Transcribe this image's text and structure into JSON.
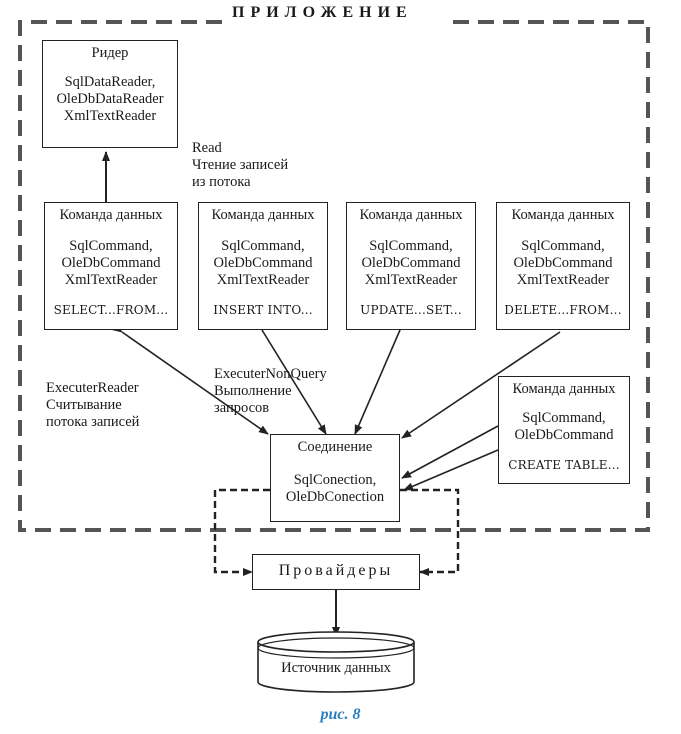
{
  "app": {
    "title": "ПРИЛОЖЕНИЕ"
  },
  "reader": {
    "title": "Ридер",
    "lines": [
      "SqlDataReader,",
      "OleDbDataReader",
      "XmlTextReader"
    ]
  },
  "read_note": [
    "Read",
    "Чтение записей",
    "из потока"
  ],
  "commands": [
    {
      "title": "Команда данных",
      "lines": [
        "SqlCommand,",
        "OleDbCommand",
        "XmlTextReader"
      ],
      "sql": "SELECT...FROM..."
    },
    {
      "title": "Команда данных",
      "lines": [
        "SqlCommand,",
        "OleDbCommand",
        "XmlTextReader"
      ],
      "sql": "INSERT INTO..."
    },
    {
      "title": "Команда данных",
      "lines": [
        "SqlCommand,",
        "OleDbCommand",
        "XmlTextReader"
      ],
      "sql": "UPDATE...SET..."
    },
    {
      "title": "Команда данных",
      "lines": [
        "SqlCommand,",
        "OleDbCommand",
        "XmlTextReader"
      ],
      "sql": "DELETE...FROM..."
    }
  ],
  "create_command": {
    "title": "Команда данных",
    "lines": [
      "SqlCommand,",
      "OleDbCommand"
    ],
    "sql": "CREATE TABLE..."
  },
  "executer_reader_note": [
    "ExecuterReader",
    "Считывание",
    "потока записей"
  ],
  "executer_nonquery_note": [
    "ExecuterNonQuery",
    "Выполнение",
    "запросов"
  ],
  "connection": {
    "title": "Соединение",
    "lines": [
      "SqlConection,",
      "OleDbConection"
    ]
  },
  "providers": {
    "title": "Провайдеры"
  },
  "datasource": {
    "title": "Источник данных"
  },
  "caption": "рис. 8",
  "colors": {
    "line": "#222222",
    "caption": "#2a7fc1"
  }
}
